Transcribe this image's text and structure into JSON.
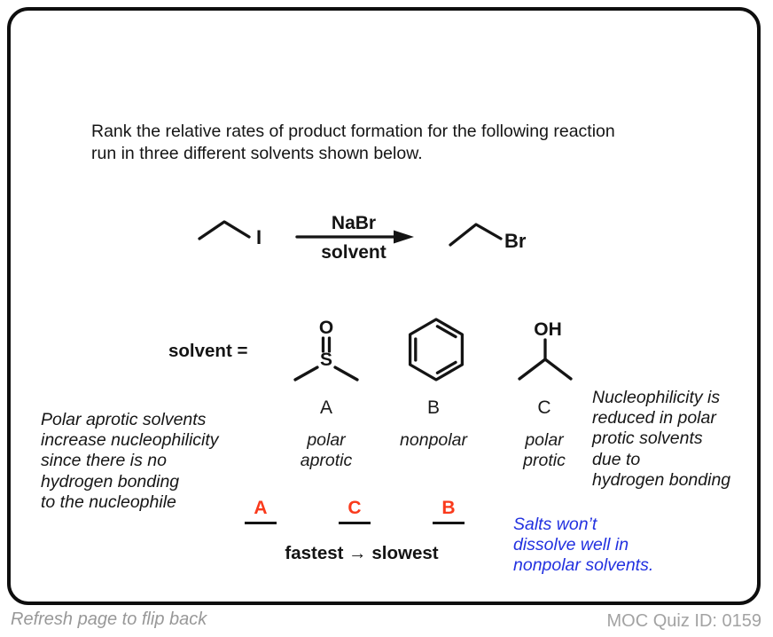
{
  "question": {
    "lines": [
      "Rank the relative rates of product formation for the following reaction",
      "run in three different solvents shown below."
    ]
  },
  "reaction": {
    "reactant_label": "I",
    "reagent_above": "NaBr",
    "reagent_below": "solvent",
    "product_label": "Br"
  },
  "solvents": {
    "prefix": "solvent =",
    "items": [
      {
        "letter": "A",
        "structure": "dimethyl-sulfoxide",
        "atom_top": "O",
        "atom_center": "S",
        "type_lines": [
          "polar",
          "aprotic"
        ]
      },
      {
        "letter": "B",
        "structure": "benzene",
        "type_lines": [
          "nonpolar"
        ]
      },
      {
        "letter": "C",
        "structure": "isopropanol",
        "atom_top": "OH",
        "type_lines": [
          "polar",
          "protic"
        ]
      }
    ]
  },
  "annotations": {
    "left_lines": [
      "Polar aprotic solvents",
      "increase nucleophilicity",
      "since there is no",
      "hydrogen bonding",
      "to the nucleophile"
    ],
    "right_lines": [
      "Nucleophilicity is",
      "reduced in polar",
      "protic solvents",
      "due to",
      "hydrogen bonding"
    ],
    "blue_lines": [
      "Salts won’t",
      "dissolve well in",
      "nonpolar solvents."
    ]
  },
  "answer": {
    "order": [
      "A",
      "C",
      "B"
    ],
    "caption": "fastest → slowest"
  },
  "footer": {
    "left": "Refresh page to flip back",
    "right": "MOC Quiz ID: 0159"
  },
  "colors": {
    "ink": "#141414",
    "answer_red": "#fa3a1c",
    "note_blue": "#2231e0",
    "footer_gray": "#9a9a9a"
  }
}
